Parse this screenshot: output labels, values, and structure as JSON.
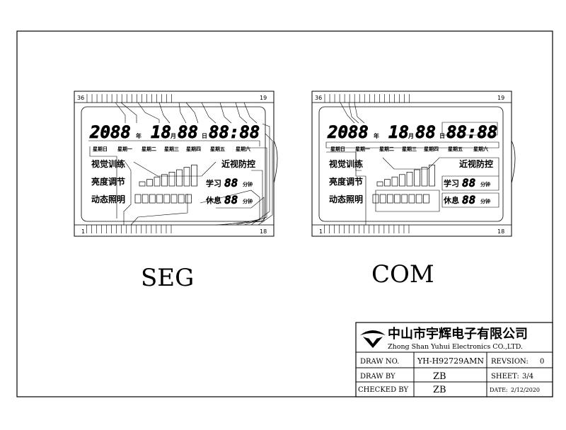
{
  "panels": [
    {
      "id": "seg",
      "caption": "SEG",
      "pin_tl": "36",
      "pin_tr": "19",
      "pin_bl": "1",
      "pin_br": "18",
      "digits": {
        "year": "2088",
        "month": "18",
        "day": "88",
        "time": "88:88",
        "study": "88",
        "rest": "88"
      },
      "units": {
        "year": "年",
        "month": "月",
        "day": "日",
        "minute": "分钟"
      },
      "weekdays": [
        "星期日",
        "星期一",
        "星期二",
        "星期三",
        "星期四",
        "星期五",
        "星期六"
      ],
      "labels": {
        "vision": "视觉训练",
        "myopia": "近视防控",
        "brightness": "亮度调节",
        "lighting": "动态照明",
        "study": "学习",
        "rest": "休息"
      }
    },
    {
      "id": "com",
      "caption": "COM",
      "pin_tl": "36",
      "pin_tr": "19",
      "pin_bl": "1",
      "pin_br": "18",
      "digits": {
        "year": "2088",
        "month": "18",
        "day": "88",
        "time": "88:88",
        "study": "88",
        "rest": "88"
      },
      "units": {
        "year": "年",
        "month": "月",
        "day": "日",
        "minute": "分钟"
      },
      "weekdays": [
        "星期日",
        "星期一",
        "星期二",
        "星期三",
        "星期四",
        "星期五",
        "星期六"
      ],
      "labels": {
        "vision": "视觉训练",
        "myopia": "近视防控",
        "brightness": "亮度调节",
        "lighting": "动态照明",
        "study": "学习",
        "rest": "休息"
      }
    }
  ],
  "title_block": {
    "company_cn": "中山市宇辉电子有限公司",
    "company_en": "Zhong Shan Yuhui Electronics CO.,LTD.",
    "draw_no_label": "DRAW NO.",
    "draw_no": "YH-H92729AMN",
    "revision_label": "REVSION:",
    "revision": "0",
    "draw_by_label": "DRAW BY",
    "draw_by": "ZB",
    "sheet_label": "SHEET:",
    "sheet": "3/4",
    "checked_by_label": "CHECKED BY",
    "checked_by": "ZB",
    "date_label": "DATE:",
    "date": "2/12/2020"
  }
}
